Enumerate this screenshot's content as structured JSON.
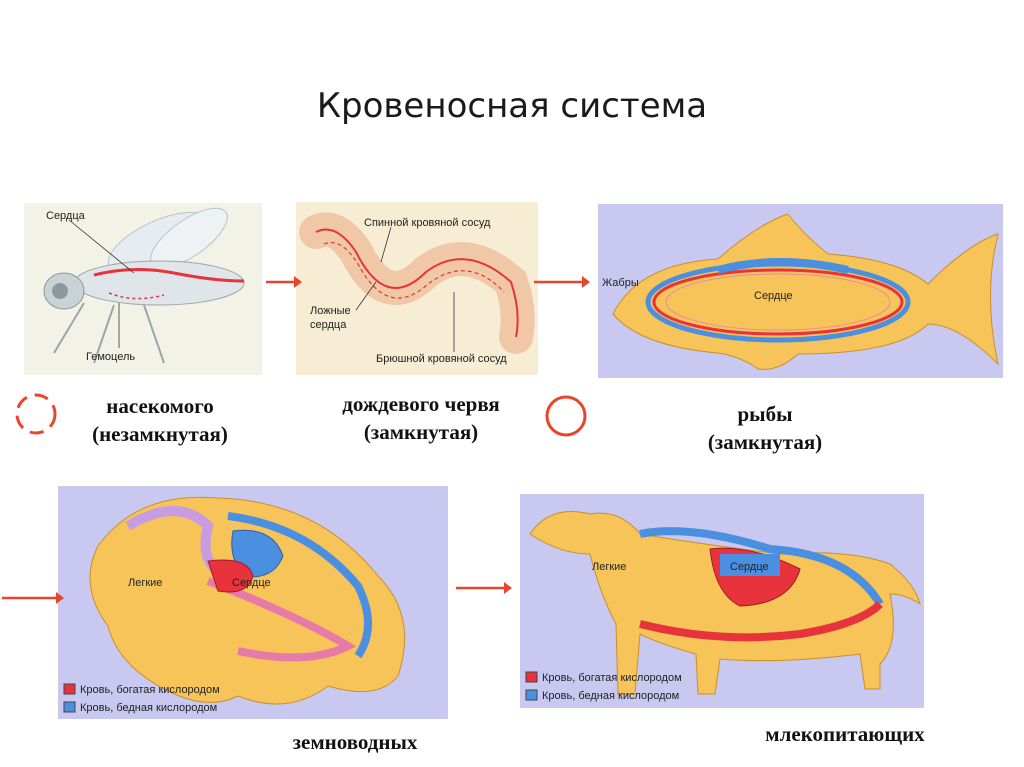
{
  "title": "Кровеносная система",
  "insect": {
    "labels": {
      "hearts": "Сердца",
      "hemocoel": "Гемоцель"
    },
    "caption_line1": "насекомого",
    "caption_line2": "(незамкнутая)"
  },
  "worm": {
    "labels": {
      "dorsal": "Спинной кровяной сосуд",
      "false_hearts_1": "Ложные",
      "false_hearts_2": "сердца",
      "ventral": "Брюшной кровяной сосуд"
    },
    "caption_line1": "дождевого червя",
    "caption_line2": "(замкнутая)"
  },
  "fish": {
    "labels": {
      "gills": "Жабры",
      "heart": "Сердце"
    },
    "caption_line1": "рыбы",
    "caption_line2": "(замкнутая)"
  },
  "frog": {
    "labels": {
      "lungs": "Легкие",
      "heart": "Сердце"
    },
    "caption": "земноводных"
  },
  "dog": {
    "labels": {
      "lungs": "Легкие",
      "heart": "Сердце"
    },
    "caption": "млекопитающих"
  },
  "legend": {
    "oxygen_rich": "Кровь, богатая кислородом",
    "oxygen_poor": "Кровь, бедная кислородом"
  },
  "colors": {
    "oxygen_rich": "#e8323c",
    "oxygen_poor": "#4a8fe0",
    "panel_bg": "#c8c8f0",
    "body": "#f7c45a",
    "arrow": "#e8452b"
  }
}
